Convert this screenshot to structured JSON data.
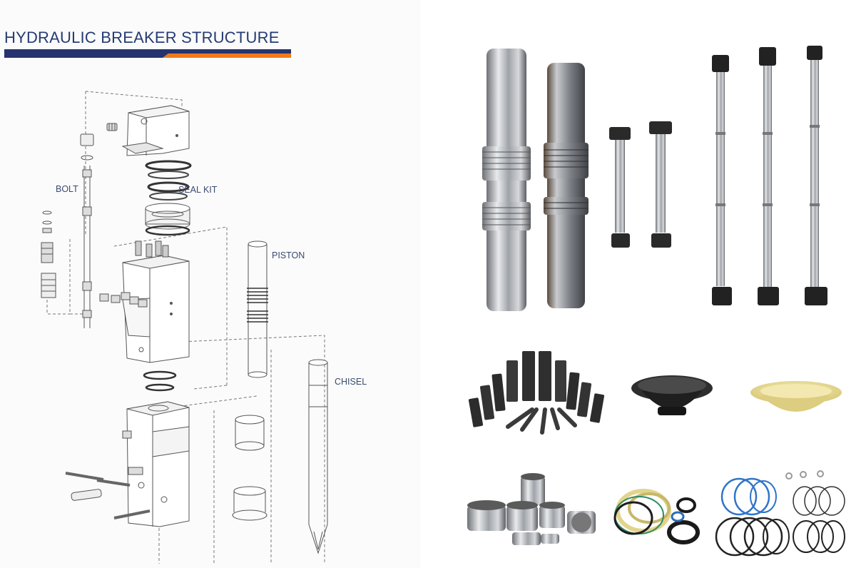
{
  "title": "HYDRAULIC BREAKER STRUCTURE",
  "labels": {
    "bolt": "BOLT",
    "seal_kit": "SEAL KIT",
    "piston": "PISTON",
    "chisel": "CHISEL"
  },
  "colors": {
    "title_text": "#253b73",
    "bar_navy": "#25346e",
    "bar_orange": "#f07a1a",
    "line_art": "#444444",
    "dark_part": "#2a2a2a",
    "steel": "#b9bcc0",
    "polyurethane": "#e9dc97"
  },
  "photos": [
    {
      "name": "pistons-photo",
      "icon": "piston-icon"
    },
    {
      "name": "short-bolts-photo",
      "icon": "bolt-icon"
    },
    {
      "name": "long-bolts-photo",
      "icon": "bolt-icon"
    },
    {
      "name": "chisel-pins-photo",
      "icon": "pin-icon"
    },
    {
      "name": "black-diaphragm-photo",
      "icon": "diaphragm-icon"
    },
    {
      "name": "yellow-diaphragm-photo",
      "icon": "diaphragm-icon"
    },
    {
      "name": "bushings-photo",
      "icon": "bushing-icon"
    },
    {
      "name": "seal-kit-photo",
      "icon": "seal-ring-icon"
    },
    {
      "name": "o-rings-photo",
      "icon": "o-ring-icon"
    }
  ]
}
